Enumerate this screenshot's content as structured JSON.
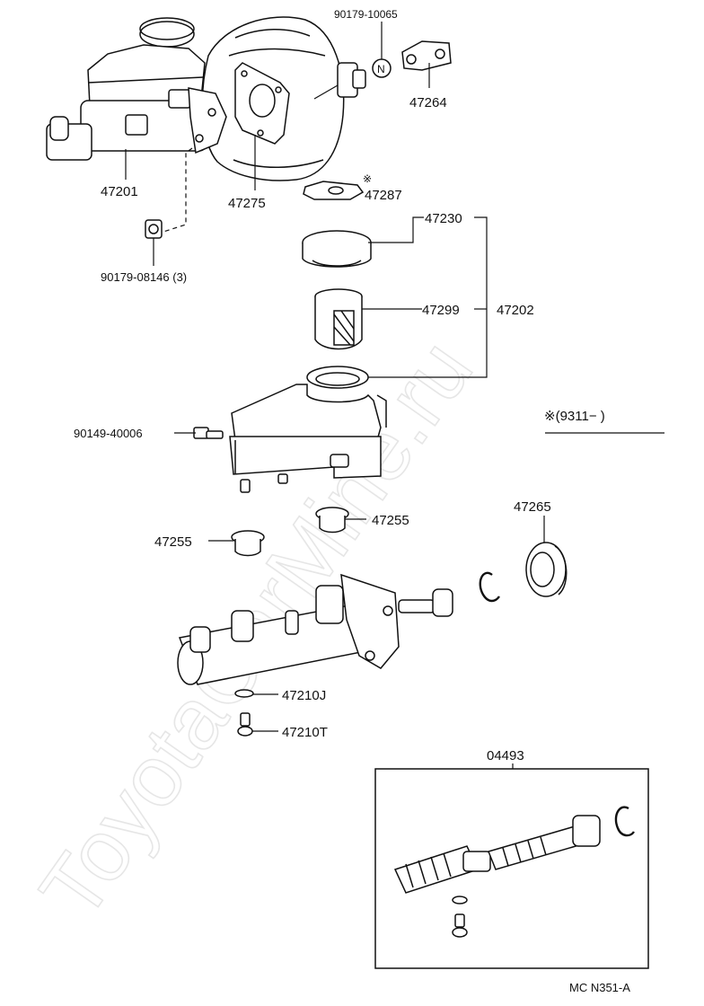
{
  "watermark": "ToyotaCarMine.ru",
  "labels": {
    "p90179_10065": "90179-10065",
    "pN": "N",
    "p47264": "47264",
    "p47201": "47201",
    "p47275": "47275",
    "pMark47287": "※",
    "p47287": "47287",
    "p47230": "47230",
    "p90179_08146": "90179-08146 (3)",
    "p47299": "47299",
    "p47202": "47202",
    "p90149_40006": "90149-40006",
    "remark": "※(9311−      )",
    "p47255_right": "47255",
    "p47255_left": "47255",
    "p47265": "47265",
    "p47210J": "47210J",
    "p47210T": "47210T",
    "p04493": "04493",
    "code": "MC N351-A"
  }
}
